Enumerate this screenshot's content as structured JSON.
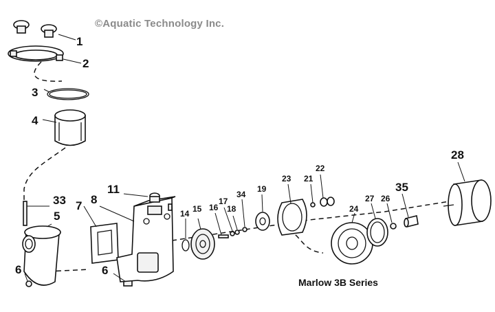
{
  "copyright": "©Aquatic Technology Inc.",
  "series_label": "Marlow 3B Series",
  "callouts": {
    "c1": "1",
    "c2": "2",
    "c3": "3",
    "c4": "4",
    "c5": "5",
    "c6a": "6",
    "c6b": "6",
    "c7": "7",
    "c8": "8",
    "c11": "11",
    "c14": "14",
    "c15": "15",
    "c16": "16",
    "c17": "17",
    "c18": "18",
    "c19": "19",
    "c21": "21",
    "c22": "22",
    "c23": "23",
    "c24": "24",
    "c26": "26",
    "c27": "27",
    "c28": "28",
    "c33": "33",
    "c34": "34",
    "c35": "35"
  }
}
